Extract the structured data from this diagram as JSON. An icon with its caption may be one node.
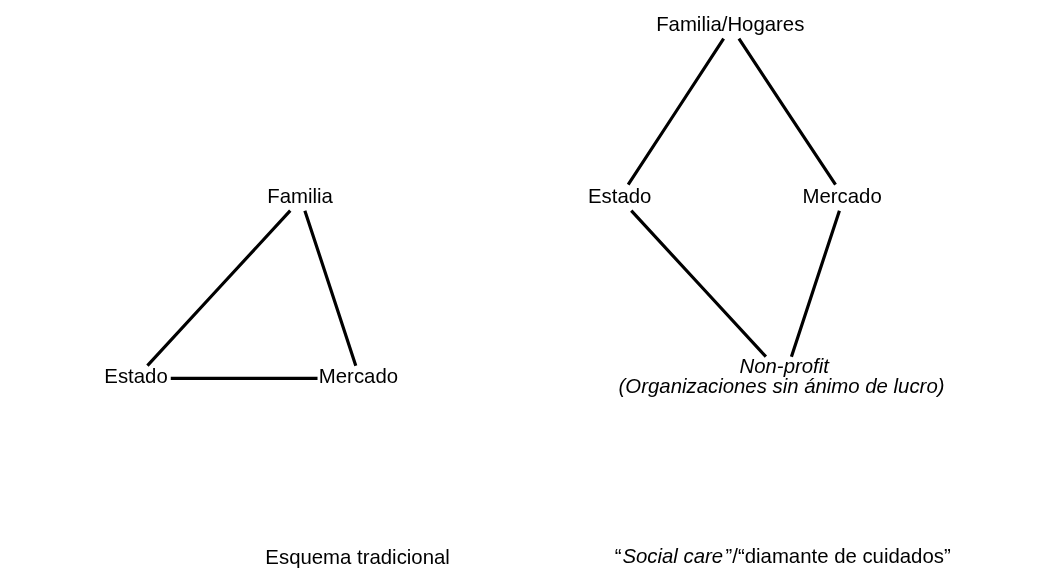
{
  "diagram": {
    "nodes": [
      {
        "text": [
          "Familia"
        ]
      },
      {
        "text": [
          "Estado"
        ]
      },
      {
        "text": [
          "Mercado"
        ]
      },
      {
        "text": [
          "Familia/Hogares"
        ]
      },
      {
        "text": [
          "Estado"
        ]
      },
      {
        "text": [
          "Mercado"
        ]
      },
      {
        "text": [
          "Non-profit",
          "(Organizaciones sin ánimo de lucro)"
        ]
      }
    ],
    "edges": [
      {
        "from": 0,
        "to": 1,
        "arrow": "none"
      },
      {
        "from": 0,
        "to": 2,
        "arrow": "none"
      },
      {
        "from": 1,
        "to": 2,
        "arrow": "none"
      },
      {
        "from": 3,
        "to": 4,
        "arrow": "none"
      },
      {
        "from": 3,
        "to": 5,
        "arrow": "none"
      },
      {
        "from": 4,
        "to": 6,
        "arrow": "none"
      },
      {
        "from": 5,
        "to": 6,
        "arrow": "none"
      }
    ],
    "labels": [
      "Esquema tradicional",
      "“*Social care*”/“diamante de cuidados”"
    ]
  }
}
